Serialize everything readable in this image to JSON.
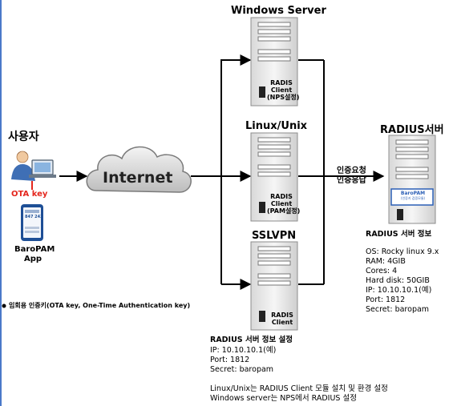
{
  "servers": {
    "windows": {
      "title": "Windows Server",
      "client_line1": "RADIS",
      "client_line2": "Client",
      "client_line3": "(NPS설정)"
    },
    "linux": {
      "title": "Linux/Unix",
      "client_line1": "RADIS",
      "client_line2": "Client",
      "client_line3": "(PAM설정)"
    },
    "sslvpn": {
      "title": "SSLVPN",
      "client_line1": "RADIS",
      "client_line2": "Client"
    }
  },
  "user": {
    "title": "사용자",
    "ota_key_label": "OTA key",
    "phone_code": "847 242",
    "app_line1": "BaroPAM",
    "app_line2": "App"
  },
  "internet_label": "Internet",
  "auth": {
    "request": "인증요청",
    "response": "인증응답"
  },
  "radius": {
    "title": "RADIUS서버",
    "badge_line1": "BaroPAM",
    "badge_line2": "(인증키 검증모듈)",
    "info_title": "RADIUS 서버 정보",
    "info_lines": [
      "OS: Rocky linux 9.x",
      "RAM: 4GIB",
      "Cores: 4",
      "Hard disk: 50GIB",
      "IP: 10.10.10.1(예)",
      "Port: 1812",
      "Secret: baropam"
    ]
  },
  "footnote": "임회용 인증키(OTA key, One-Time Authentication key)",
  "config": {
    "title": "RADIUS 서버 정보 설정",
    "lines": [
      "IP: 10.10.10.1(예)",
      "Port: 1812",
      "Secret: baropam"
    ]
  },
  "notes": [
    "Linux/Unix는 RADIUS Client 모듈 설치 및 환경 설정",
    "Windows server는 NPS에서 RADIUS 설정"
  ],
  "colors": {
    "server_body": "#e9e9e9",
    "server_edge": "#8d8d8d",
    "badge_blue": "#2b5fb6",
    "ota_red": "#e4261d",
    "border_blue": "#4a79c9"
  }
}
